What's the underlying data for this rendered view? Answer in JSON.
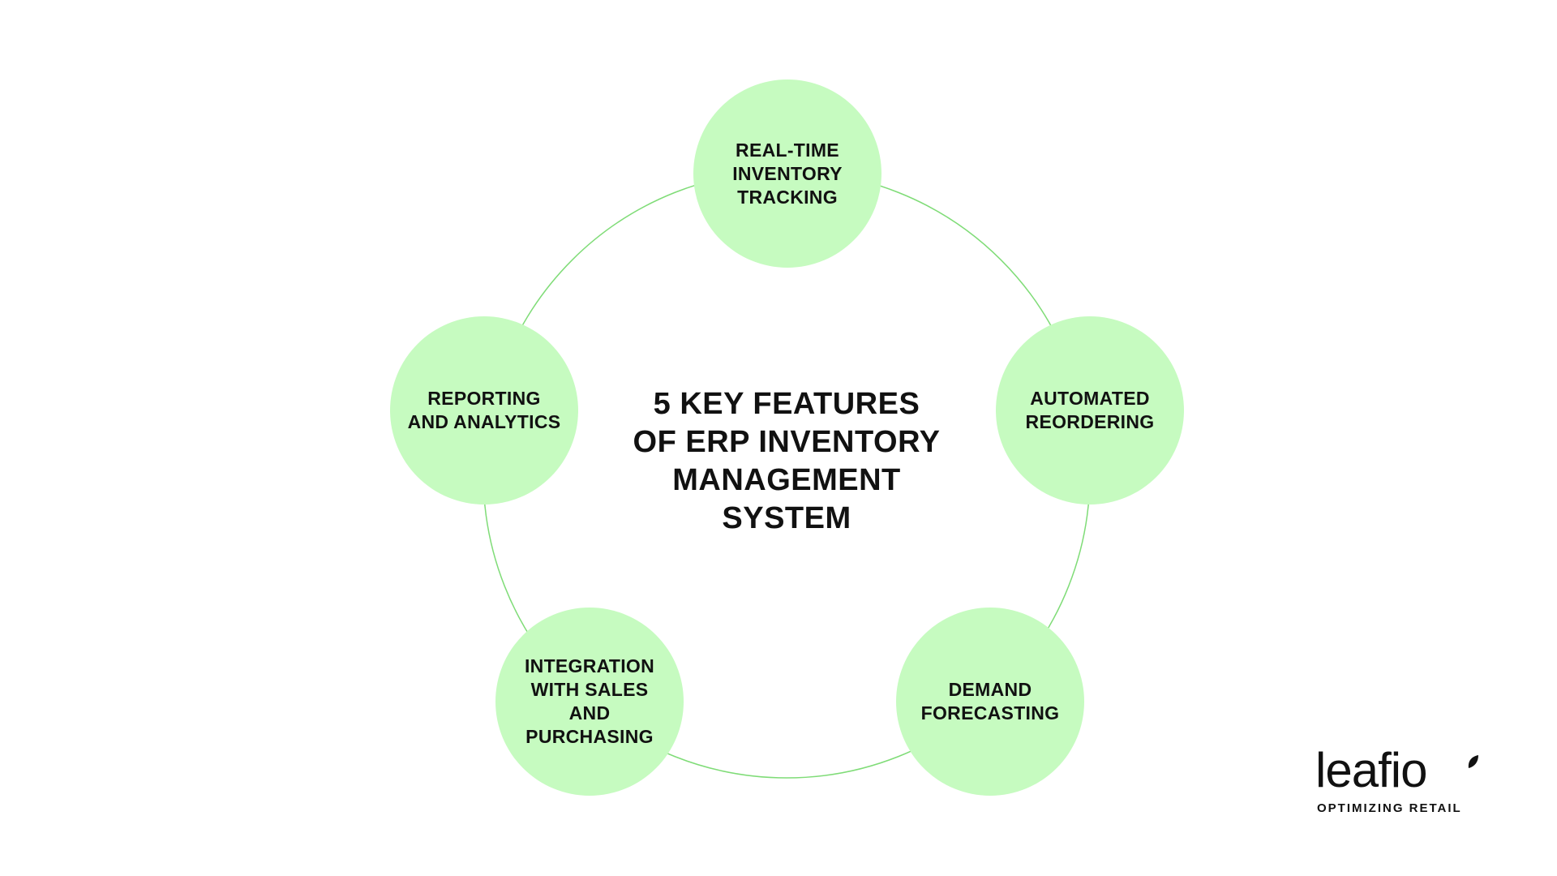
{
  "title_lines": [
    "5 KEY FEATURES",
    "OF ERP INVENTORY",
    "MANAGEMENT",
    "SYSTEM"
  ],
  "colors": {
    "node_fill": "#c6fbc0",
    "ring_stroke": "#7fdc77",
    "text": "#111111"
  },
  "features": [
    {
      "lines": [
        "REAL-TIME",
        "INVENTORY",
        "TRACKING"
      ]
    },
    {
      "lines": [
        "AUTOMATED",
        "REORDERING"
      ]
    },
    {
      "lines": [
        "DEMAND",
        "FORECASTING"
      ]
    },
    {
      "lines": [
        "INTEGRATION",
        "WITH SALES",
        "AND",
        "PURCHASING"
      ]
    },
    {
      "lines": [
        "REPORTING",
        "AND ANALYTICS"
      ]
    }
  ],
  "logo": {
    "wordmark": "leafio",
    "tagline": "OPTIMIZING RETAIL"
  }
}
